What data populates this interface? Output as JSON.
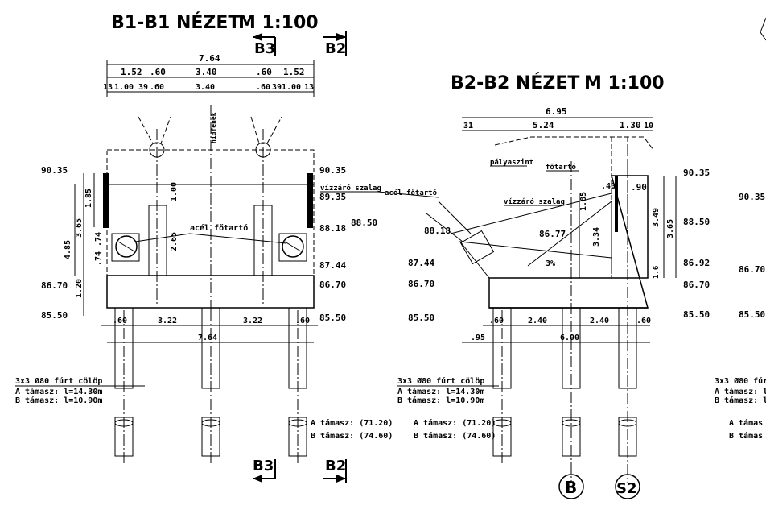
{
  "left_view": {
    "title": "B1-B1 NÉZET",
    "scale": "M 1:100",
    "section_marks": {
      "b3_top": "B3",
      "b2_top": "B2",
      "b3_bottom": "B3",
      "b2_bottom": "B2"
    },
    "dims_top": {
      "total": "7.64",
      "row2": [
        "1.52",
        ".60",
        "3.40",
        ".60",
        "1.52"
      ],
      "row3": [
        "13",
        "1.00",
        "39",
        ".60",
        "3.40",
        ".60",
        "39",
        "1.00",
        "13"
      ]
    },
    "labels": {
      "hidfenek": "hídfenék",
      "aceli": "acél főtartó",
      "vizzaro": "vízzáró szalag"
    },
    "vertical_dims": [
      "1.85",
      "3.65",
      "4.85",
      "1.00",
      "2.65",
      ".74",
      ".74",
      "1.20"
    ],
    "elev_left": [
      "90.35",
      "86.70",
      "85.50"
    ],
    "elev_right": [
      "90.35",
      "89.35",
      "88.50",
      "88.18",
      "87.44",
      "86.70",
      "85.50"
    ],
    "bottom_dims": [
      ".60",
      "3.22",
      "3.22",
      ".60",
      "7.64"
    ],
    "pile_note": [
      "3x3 Ø80 fúrt cölöp",
      "A támasz: l=14.30m",
      "B támasz: l=10.90m"
    ],
    "support_elev": [
      "A támasz: (71.20)",
      "B támasz: (74.60)"
    ]
  },
  "right_view": {
    "title": "B2-B2 NÉZET",
    "scale": "M 1:100",
    "dims_top": {
      "total": "6.95",
      "row2": [
        "31",
        "5.24",
        "1.30",
        "10"
      ]
    },
    "labels": {
      "palyaszint": "pályaszint",
      "fotarto": "főtartó",
      "vizzaro": "vízzáró szalag",
      "aceli": "acél főtartó"
    },
    "slope": "3%",
    "inner_dims": [
      ".40",
      ".90",
      "1.85",
      "3.34",
      "1.6"
    ],
    "elev_inner": [
      "88.18",
      "86.77",
      "87.44",
      "86.70",
      "85.50"
    ],
    "elev_right": [
      "90.35",
      "88.50",
      "86.92",
      "86.70",
      "85.50",
      "3.49",
      "3.65"
    ],
    "bottom_dims": [
      ".95",
      ".60",
      "2.40",
      "2.40",
      ".60",
      "6.00"
    ],
    "pile_note": [
      "3x3 Ø80 fúrt cölöp",
      "A támasz: l=14.30m",
      "B támasz: l=10.90m"
    ],
    "support_elev": [
      "A támasz: (71.20)",
      "B támasz: (74.60)"
    ],
    "axis_labels": [
      "B",
      "S2"
    ]
  },
  "partial_view": {
    "elev": [
      "90.35",
      "86.70",
      "85.50"
    ],
    "pile_note": [
      "3x3 Ø80 fúr",
      "A támasz: l=",
      "B támasz: l="
    ],
    "support_elev": [
      "A támas",
      "B támas"
    ]
  }
}
